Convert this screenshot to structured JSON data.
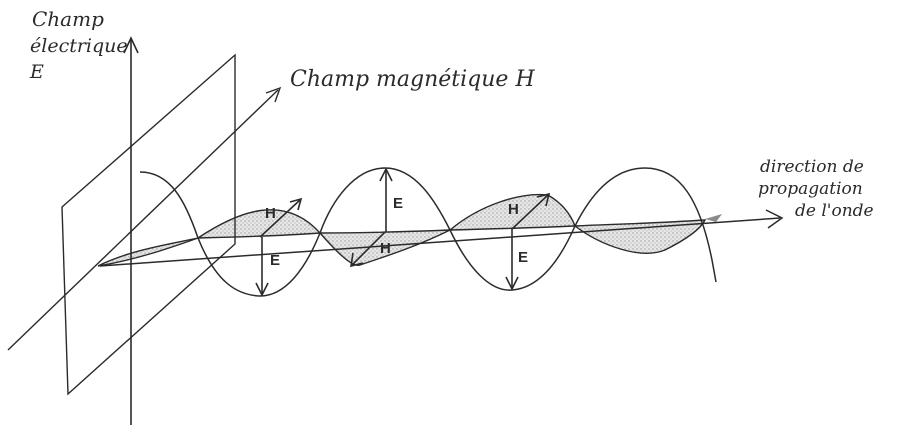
{
  "labels": {
    "efield_line1": "Champ",
    "efield_line2": "électrique",
    "efield_symbol": "E",
    "hfield": "Champ magnétique H",
    "prop_line1": "direction de",
    "prop_line2": "propagation",
    "prop_line3": "de l'onde"
  },
  "vector_labels": {
    "e": "E",
    "h": "H"
  },
  "colors": {
    "ink": "#2b2b2b",
    "shade": "#c8c8c8",
    "paper": "#ffffff"
  }
}
